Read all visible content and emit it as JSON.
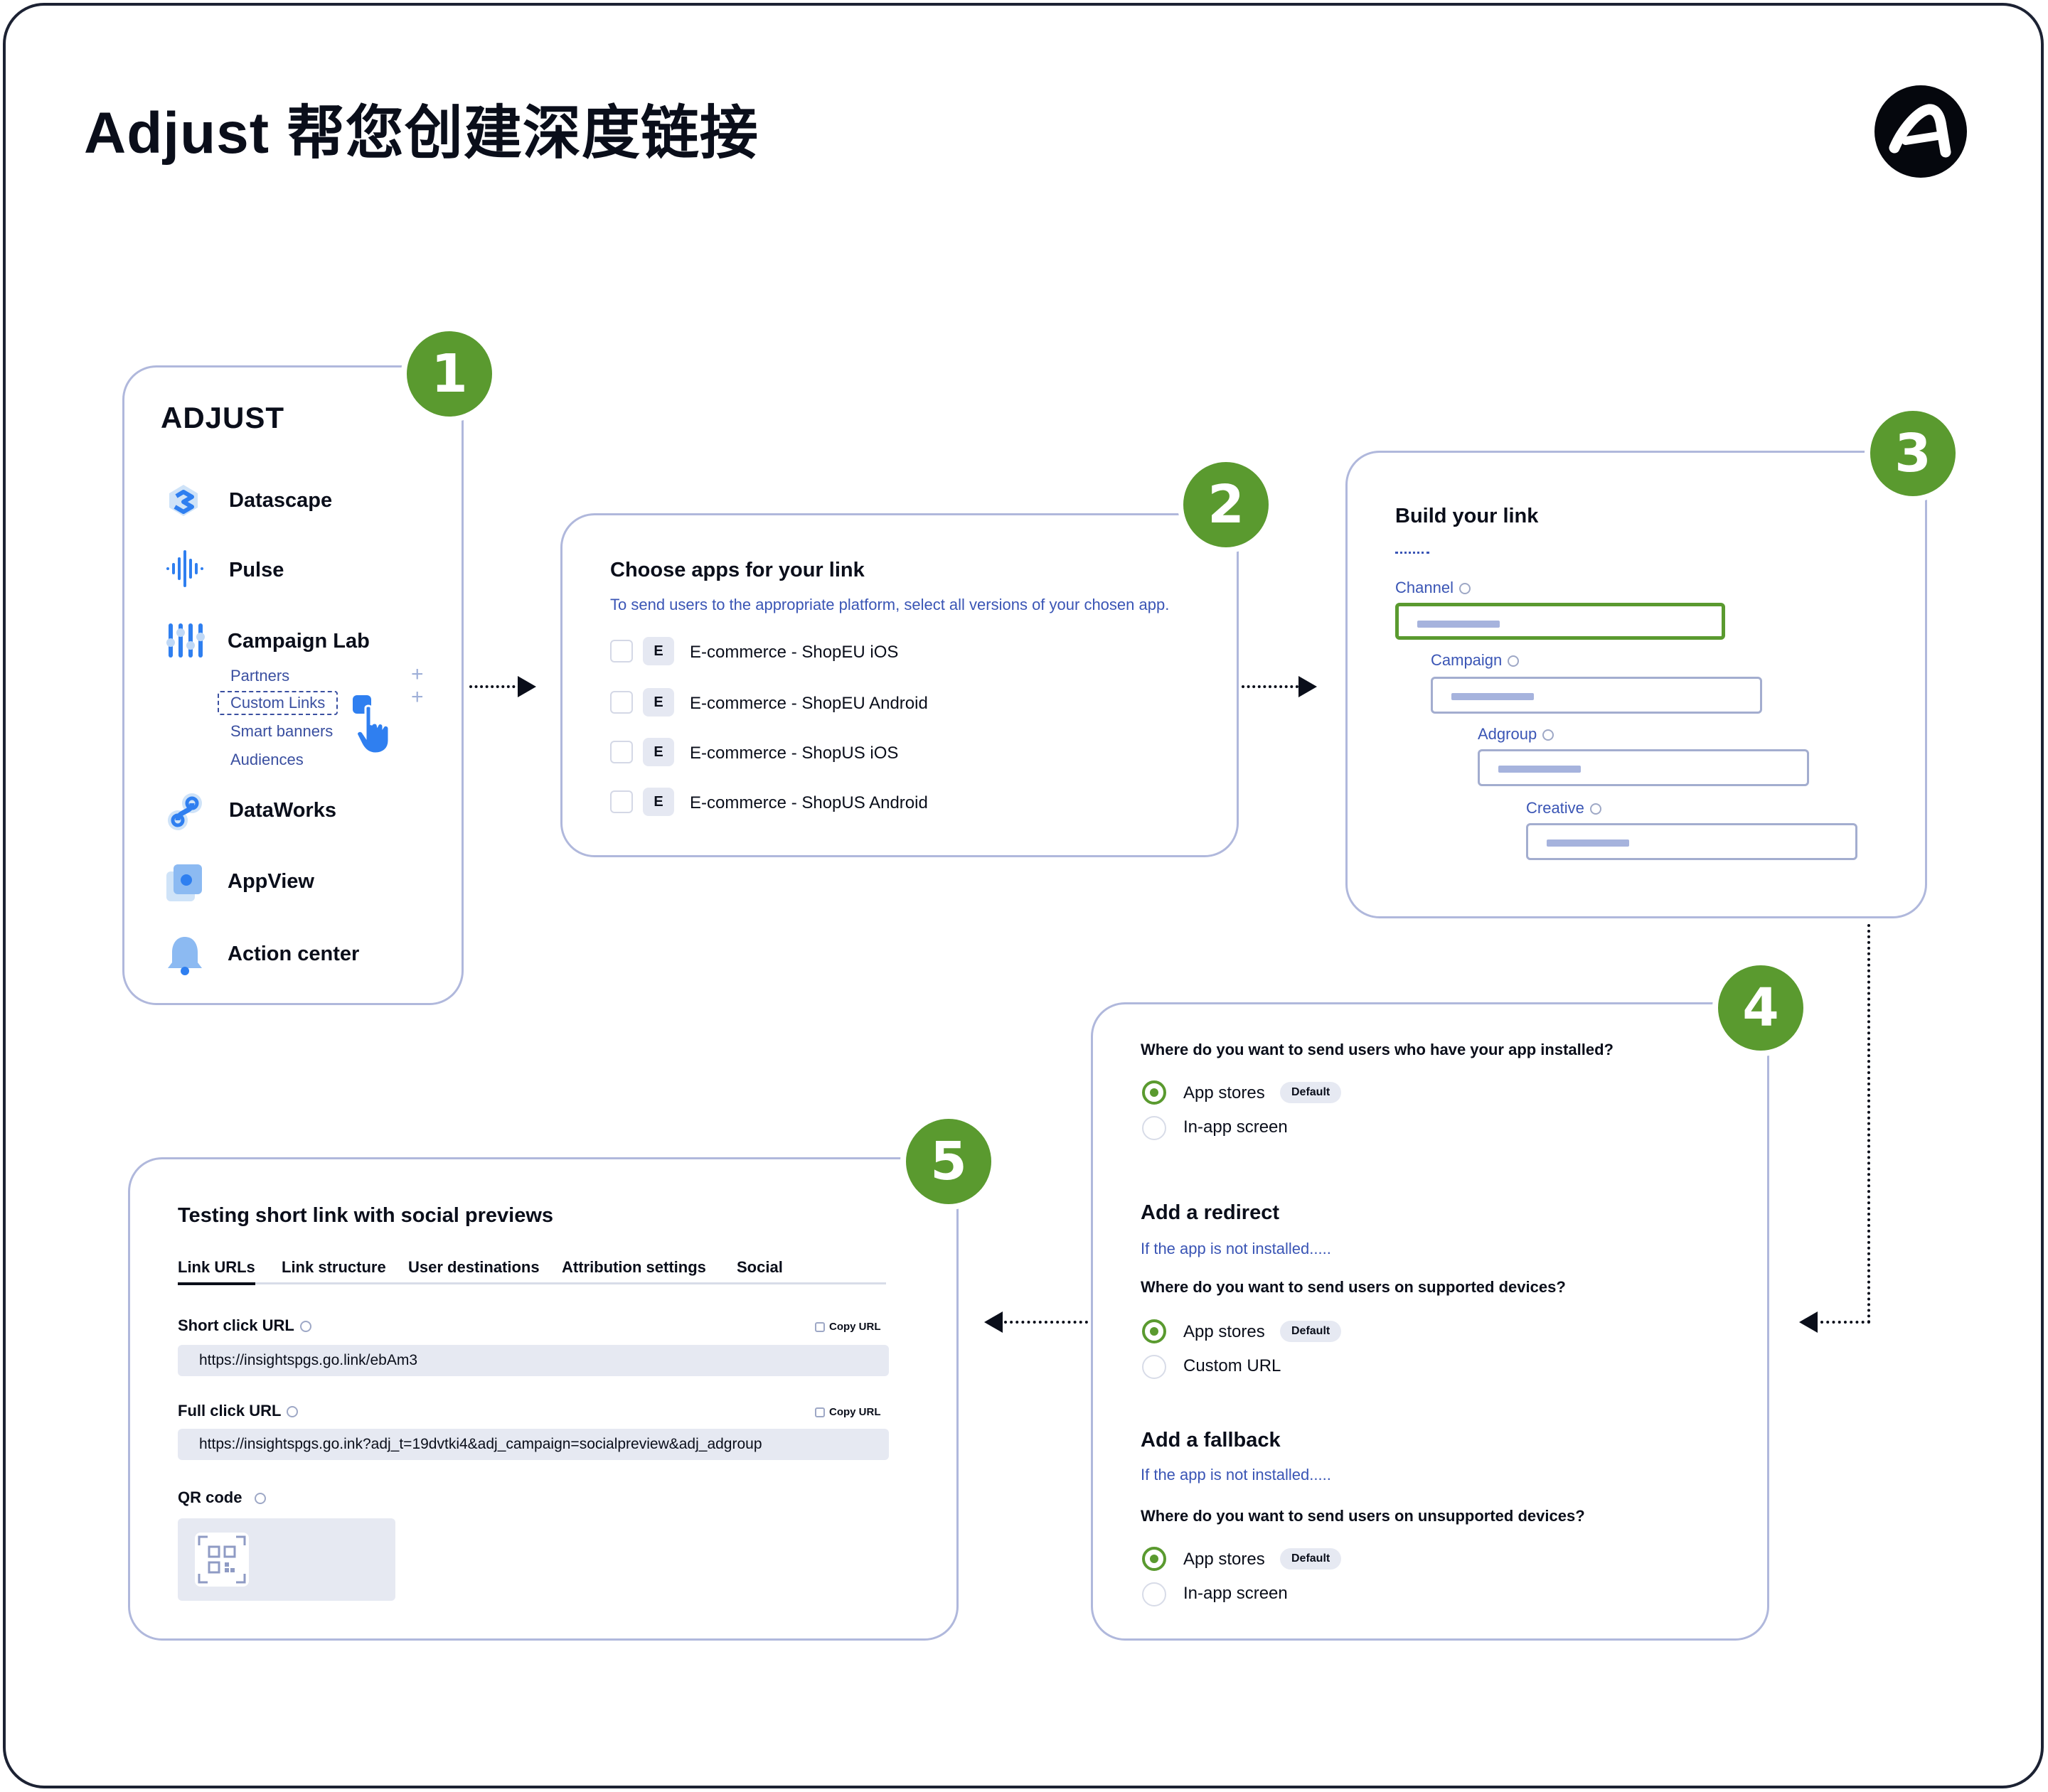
{
  "title": "Adjust 帮您创建深度链接",
  "steps": [
    "1",
    "2",
    "3",
    "4",
    "5"
  ],
  "card1": {
    "logo_text": "ADJUST",
    "nav": [
      {
        "label": "Datascape",
        "icon": "datascape-icon"
      },
      {
        "label": "Pulse",
        "icon": "pulse-icon"
      },
      {
        "label": "Campaign Lab",
        "icon": "campaign-lab-icon"
      },
      {
        "label": "DataWorks",
        "icon": "dataworks-icon"
      },
      {
        "label": "AppView",
        "icon": "appview-icon"
      },
      {
        "label": "Action center",
        "icon": "bell-icon"
      }
    ],
    "sub_items": [
      "Partners",
      "Custom Links",
      "Smart banners",
      "Audiences"
    ],
    "plus": "+"
  },
  "card2": {
    "title": "Choose apps for your link",
    "subtitle": "To send users to the appropriate platform, select all versions of your chosen app.",
    "badge": "E",
    "apps": [
      "E-commerce - ShopEU iOS",
      "E-commerce - ShopEU Android",
      "E-commerce - ShopUS iOS",
      "E-commerce - ShopUS Android"
    ]
  },
  "card3": {
    "title": "Build your link",
    "fields": [
      "Channel",
      "Campaign",
      "Adgroup",
      "Creative"
    ]
  },
  "card4": {
    "q1": "Where do you want to send users who have your app installed?",
    "q1_options": [
      "App stores",
      "In-app screen"
    ],
    "default_badge": "Default",
    "redirect_title": "Add a redirect",
    "redirect_sub": "If the app is not installed.....",
    "q2": "Where do you want to send users on supported devices?",
    "q2_options": [
      "App stores",
      "Custom URL"
    ],
    "fallback_title": "Add a fallback",
    "fallback_sub": "If the app is not installed.....",
    "q3": "Where do you want to send users on unsupported devices?",
    "q3_options": [
      "App stores",
      "In-app screen"
    ]
  },
  "card5": {
    "title": "Testing short link with social previews",
    "tabs": [
      "Link URLs",
      "Link structure",
      "User destinations",
      "Attribution settings",
      "Social"
    ],
    "short_label": "Short click URL",
    "short_url": "https://insightspgs.go.link/ebAm3",
    "full_label": "Full click URL",
    "full_url": "https://insightspgs.go.ink?adj_t=19dvtki4&adj_campaign=socialpreview&adj_adgroup",
    "copy_label": "Copy URL",
    "qr_label": "QR code"
  },
  "colors": {
    "step_green": "#5a9a2f",
    "card_border": "#b0b8dc",
    "accent_blue": "#3a55b5",
    "pointer_blue": "#2f7ff0"
  }
}
